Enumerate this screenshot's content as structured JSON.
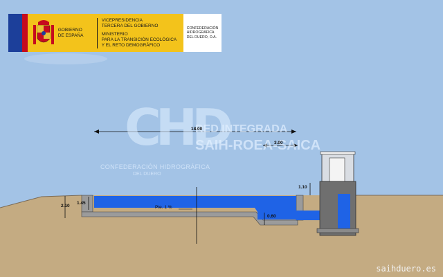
{
  "banner": {
    "gov_line1": "GOBIERNO",
    "gov_line2": "DE ESPAÑA",
    "vice_line1": "VICEPRESIDENCIA",
    "vice_line2": "TERCERA DEL GOBIERNO",
    "min_line1": "MINISTERIO",
    "min_line2": "PARA LA TRANSICIÓN ECOLÓGICA",
    "min_line3": "Y EL RETO DEMOGRÁFICO",
    "chd_line1": "CONFEDERACIÓN",
    "chd_line2": "HIDROGRÁFICA",
    "chd_line3": "DEL DUERO, O.A."
  },
  "watermark": {
    "logo": "CHD",
    "title": "RED INTEGRADA",
    "subtitle": "SAIH-ROEA-SAICA",
    "confederacion": "CONFEDERACIÓN HIDROGRÁFICA",
    "duero": "DEL DUERO"
  },
  "dimensions": {
    "total_length": "18.00",
    "short_length": "3.00",
    "height_left": "2.10",
    "depth_left": "1.45",
    "tower_step": "1.10",
    "drop": "0.60",
    "slope": "Pte. 1 %"
  },
  "site": "saihduero.es",
  "colors": {
    "sky": "#a3c3e6",
    "ground": "#c4ab82",
    "water": "#1f63e6",
    "concrete": "#9b9b9b",
    "tower": "#6f6f6f"
  }
}
